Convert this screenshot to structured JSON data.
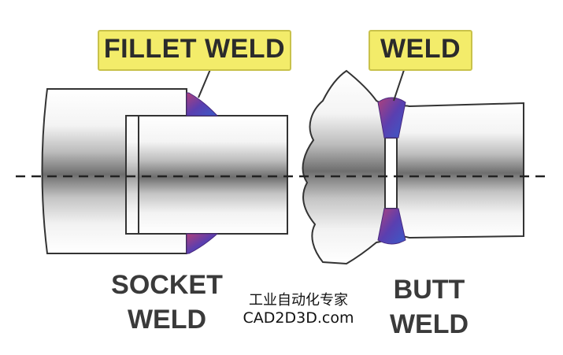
{
  "callouts": {
    "fillet_weld": "FILLET WELD",
    "weld": "WELD"
  },
  "labels": {
    "socket_weld_line1": "SOCKET",
    "socket_weld_line2": "WELD",
    "butt_weld_line1": "BUTT",
    "butt_weld_line2": "WELD"
  },
  "watermark": {
    "line1": "工业自动化专家",
    "line2": "CAD2D3D.com"
  },
  "colors": {
    "callout_fill": "#f3ec6a",
    "weld_fill": "#6a3fa8",
    "pipe_outline": "#333333"
  }
}
